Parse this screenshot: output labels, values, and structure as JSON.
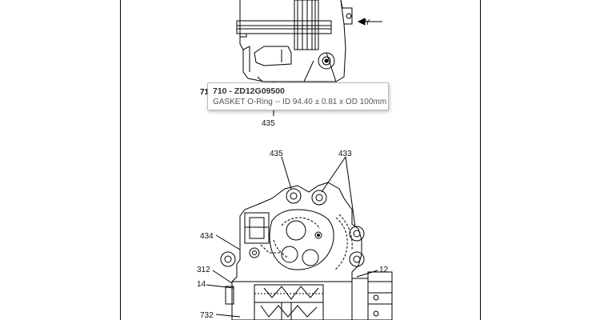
{
  "callouts": {
    "y_label": "Y",
    "top_left_cut": "71",
    "top_435": "435",
    "mid_435": "435",
    "mid_433": "433",
    "p434": "434",
    "p312": "312",
    "p12": "12",
    "p14": "14",
    "p732": "732"
  },
  "tooltip": {
    "title": "710 - ZD12G09500",
    "description": "GASKET O-Ring -- ID 94.40 ± 0.81 x OD 100mm"
  }
}
